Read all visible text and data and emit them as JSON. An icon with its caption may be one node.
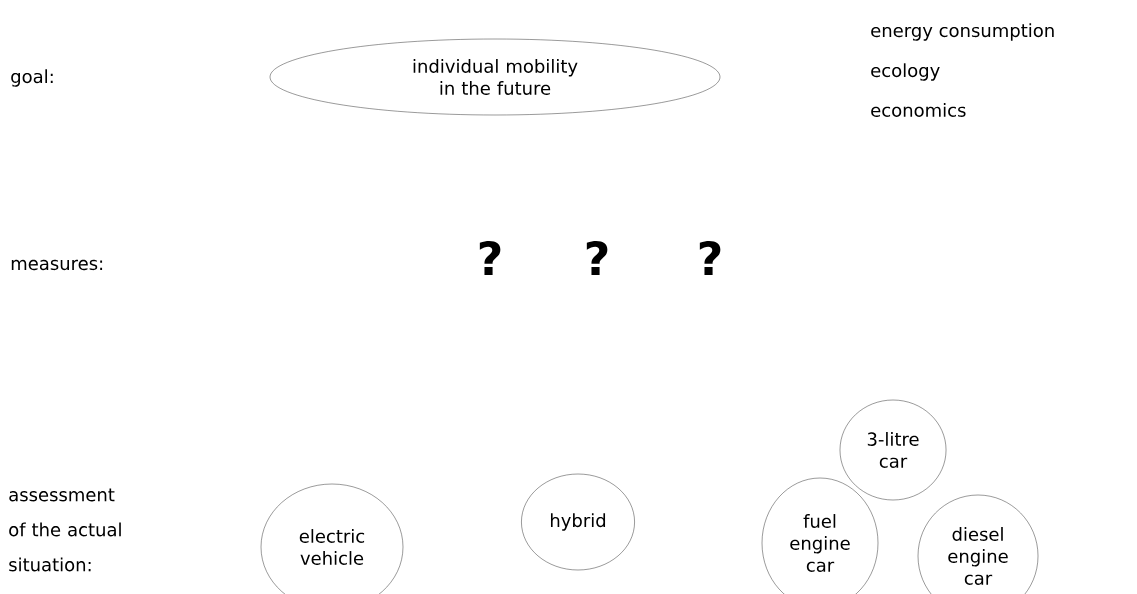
{
  "diagram": {
    "nodes": [
      {
        "text": [
          "individual mobility in the future"
        ]
      },
      {
        "text": [
          "electric vehicle"
        ]
      },
      {
        "text": [
          "hybrid"
        ]
      },
      {
        "text": [
          "3-litre car"
        ]
      },
      {
        "text": [
          "fuel engine car"
        ]
      },
      {
        "text": [
          "diesel engine car"
        ]
      }
    ],
    "labels": [
      "goal:",
      "energy consumption",
      "ecology",
      "economics",
      "measures:",
      "?",
      "?",
      "?",
      "assessment of the actual situation:"
    ]
  }
}
